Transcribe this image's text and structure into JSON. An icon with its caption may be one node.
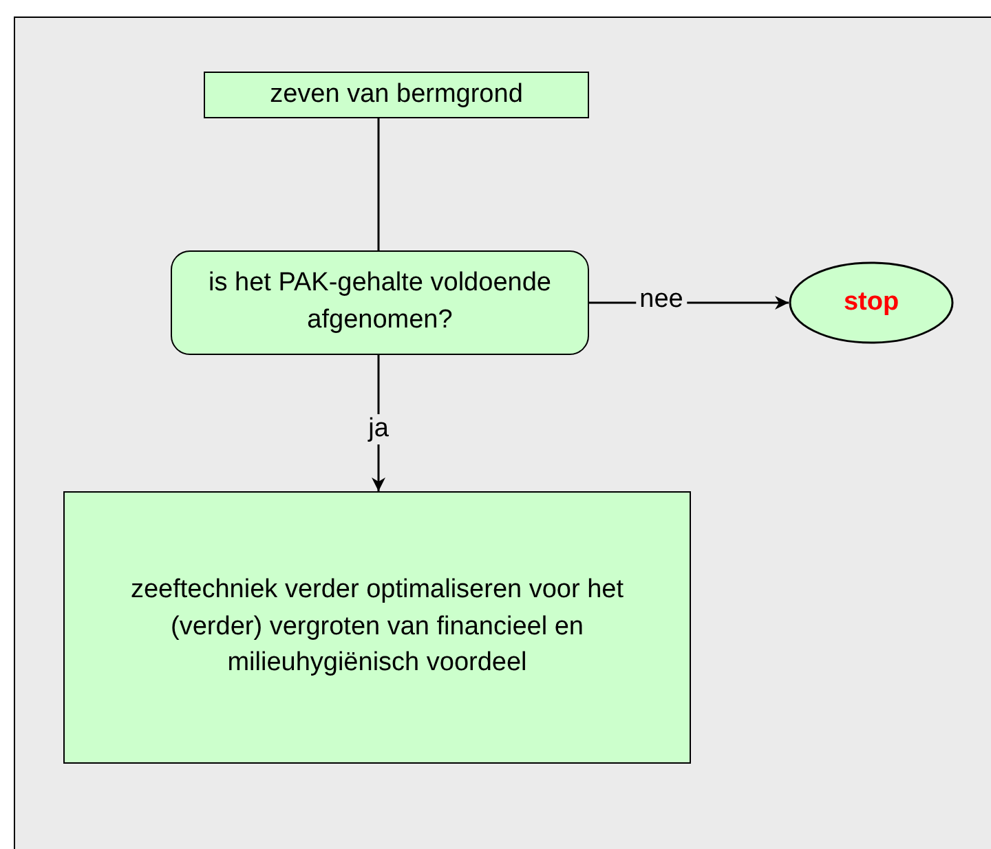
{
  "diagram": {
    "nodes": [
      {
        "text": [
          "zeven van bermgrond"
        ]
      },
      {
        "text": [
          "is het PAK-gehalte voldoende afgenomen?"
        ]
      },
      {
        "text": [
          "stop"
        ]
      },
      {
        "text": [
          "zeeftechniek verder optimaliseren voor het (verder) vergroten van financieel en milieuhygiënisch voordeel"
        ]
      }
    ],
    "edges": [
      {
        "from": 0,
        "to": 1,
        "arrow": "none"
      },
      {
        "from": 1,
        "to": 2,
        "arrow": "to",
        "label": "nee"
      },
      {
        "from": 1,
        "to": 3,
        "arrow": "to",
        "label": "ja"
      }
    ]
  }
}
